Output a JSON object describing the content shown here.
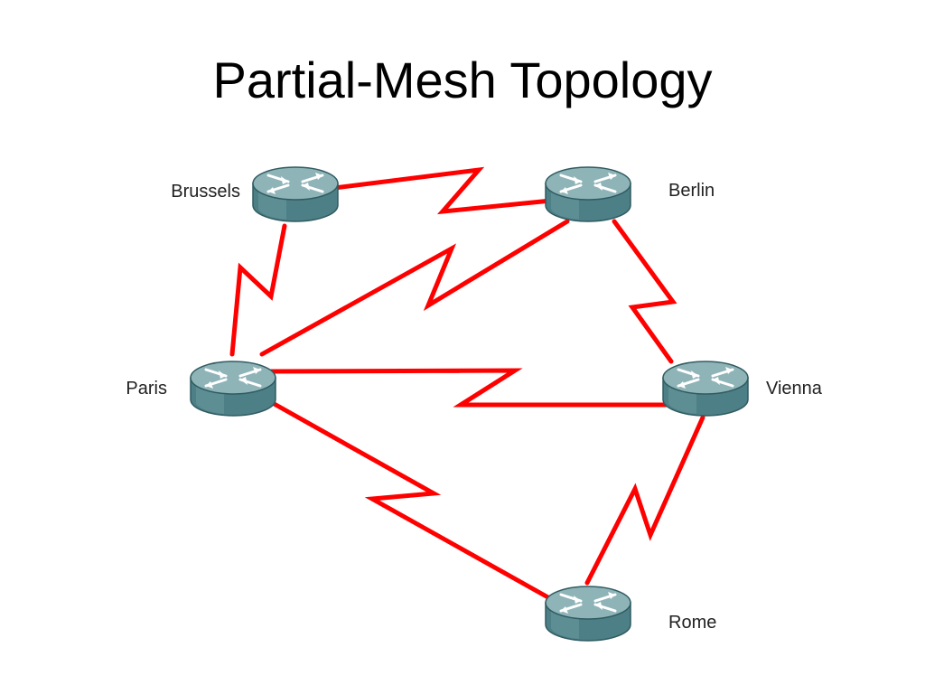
{
  "title": "Partial-Mesh Topology",
  "colors": {
    "link": "#ff0000",
    "router_top": "#8fb4b8",
    "router_side": "#4d7f86",
    "router_dark": "#2f5b61",
    "arrow": "#ffffff",
    "label": "#222222"
  },
  "nodes": [
    {
      "id": "brussels",
      "label": "Brussels",
      "icon": "router-icon"
    },
    {
      "id": "berlin",
      "label": "Berlin",
      "icon": "router-icon"
    },
    {
      "id": "paris",
      "label": "Paris",
      "icon": "router-icon"
    },
    {
      "id": "vienna",
      "label": "Vienna",
      "icon": "router-icon"
    },
    {
      "id": "rome",
      "label": "Rome",
      "icon": "router-icon"
    }
  ],
  "links": [
    {
      "from": "brussels",
      "to": "berlin",
      "type": "serial-wan"
    },
    {
      "from": "brussels",
      "to": "paris",
      "type": "serial-wan"
    },
    {
      "from": "paris",
      "to": "berlin",
      "type": "serial-wan"
    },
    {
      "from": "paris",
      "to": "vienna",
      "type": "serial-wan"
    },
    {
      "from": "berlin",
      "to": "vienna",
      "type": "serial-wan"
    },
    {
      "from": "paris",
      "to": "rome",
      "type": "serial-wan"
    },
    {
      "from": "vienna",
      "to": "rome",
      "type": "serial-wan"
    }
  ]
}
